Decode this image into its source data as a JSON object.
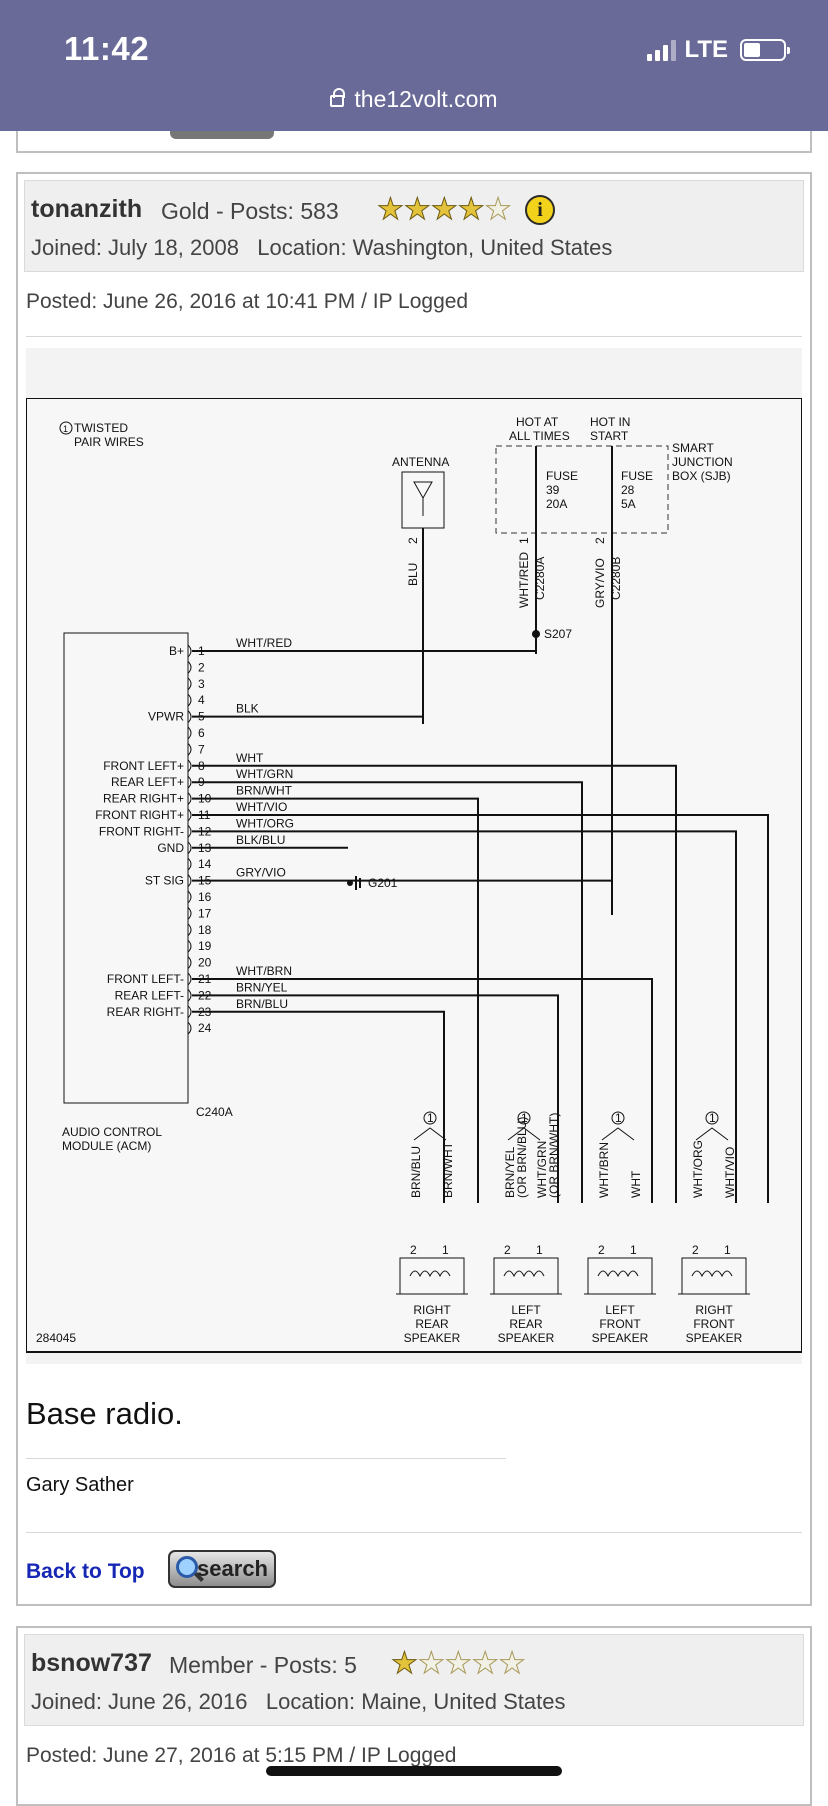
{
  "status_bar": {
    "time": "11:42",
    "network": "LTE",
    "url": "the12volt.com"
  },
  "posts": [
    {
      "username": "tonanzith",
      "rank": "Gold - Posts: 583",
      "stars_filled": 4,
      "stars_total": 5,
      "joined": "Joined: July 18, 2008",
      "location": "Location: Washington, United States",
      "posted": "Posted: June 26, 2016 at 10:41 PM / IP Logged",
      "body": "Base radio.",
      "signature": "Gary Sather",
      "back_to_top": "Back to Top",
      "search_label": "search"
    },
    {
      "username": "bsnow737",
      "rank": "Member - Posts: 5",
      "stars_filled": 1,
      "stars_total": 5,
      "joined": "Joined: June 26, 2016",
      "location": "Location: Maine, United States",
      "posted": "Posted: June 27, 2016 at 5:15 PM / IP Logged"
    }
  ],
  "diagram": {
    "twisted_note": "TWISTED",
    "twisted_note2": "PAIR WIRES",
    "circle_marker": "1",
    "hot_at_all_times_1": "HOT AT",
    "hot_at_all_times_2": "ALL TIMES",
    "hot_in_start_1": "HOT IN",
    "hot_in_start_2": "START",
    "sjb_1": "SMART",
    "sjb_2": "JUNCTION",
    "sjb_3": "BOX (SJB)",
    "fuse_label": "FUSE",
    "fuse1_num": "39",
    "fuse1_amp": "20A",
    "fuse2_num": "28",
    "fuse2_amp": "5A",
    "antenna": "ANTENNA",
    "blu_wire": "BLU",
    "blu_pin": "2",
    "whtred_vert": "WHT/RED",
    "whtred_pin": "1",
    "c2280a": "C2280A",
    "gryvio_vert": "GRY/VIO",
    "gryvio_pin": "2",
    "c2280b": "C2280B",
    "s207": "S207",
    "g201": "G201",
    "c240a": "C240A",
    "acm_1": "AUDIO CONTROL",
    "acm_2": "MODULE (ACM)",
    "diagram_id": "284045",
    "pins": [
      {
        "n": "1",
        "label": "B+",
        "wire": "WHT/RED"
      },
      {
        "n": "2",
        "label": "",
        "wire": ""
      },
      {
        "n": "3",
        "label": "",
        "wire": ""
      },
      {
        "n": "4",
        "label": "",
        "wire": ""
      },
      {
        "n": "5",
        "label": "VPWR",
        "wire": "BLK"
      },
      {
        "n": "6",
        "label": "",
        "wire": ""
      },
      {
        "n": "7",
        "label": "",
        "wire": ""
      },
      {
        "n": "8",
        "label": "FRONT LEFT+",
        "wire": "WHT"
      },
      {
        "n": "9",
        "label": "REAR LEFT+",
        "wire": "WHT/GRN"
      },
      {
        "n": "10",
        "label": "REAR RIGHT+",
        "wire": "BRN/WHT"
      },
      {
        "n": "11",
        "label": "FRONT RIGHT+",
        "wire": "WHT/VIO"
      },
      {
        "n": "12",
        "label": "FRONT RIGHT-",
        "wire": "WHT/ORG"
      },
      {
        "n": "13",
        "label": "GND",
        "wire": "BLK/BLU"
      },
      {
        "n": "14",
        "label": "",
        "wire": ""
      },
      {
        "n": "15",
        "label": "ST SIG",
        "wire": "GRY/VIO"
      },
      {
        "n": "16",
        "label": "",
        "wire": ""
      },
      {
        "n": "17",
        "label": "",
        "wire": ""
      },
      {
        "n": "18",
        "label": "",
        "wire": ""
      },
      {
        "n": "19",
        "label": "",
        "wire": ""
      },
      {
        "n": "20",
        "label": "",
        "wire": ""
      },
      {
        "n": "21",
        "label": "FRONT LEFT-",
        "wire": "WHT/BRN"
      },
      {
        "n": "22",
        "label": "REAR LEFT-",
        "wire": "BRN/YEL"
      },
      {
        "n": "23",
        "label": "REAR RIGHT-",
        "wire": "BRN/BLU"
      },
      {
        "n": "24",
        "label": "",
        "wire": ""
      }
    ],
    "speakers": [
      {
        "name1": "RIGHT",
        "name2": "REAR",
        "name3": "SPEAKER",
        "w2": "BRN/BLU",
        "w2b": "",
        "w1": "BRN/WHT",
        "w1b": ""
      },
      {
        "name1": "LEFT",
        "name2": "REAR",
        "name3": "SPEAKER",
        "w2": "BRN/YEL",
        "w2b": "(OR BRN/BLU)",
        "w1": "WHT/GRN",
        "w1b": "(OR BRN/WHT)"
      },
      {
        "name1": "LEFT",
        "name2": "FRONT",
        "name3": "SPEAKER",
        "w2": "WHT/BRN",
        "w2b": "",
        "w1": "WHT",
        "w1b": ""
      },
      {
        "name1": "RIGHT",
        "name2": "FRONT",
        "name3": "SPEAKER",
        "w2": "WHT/ORG",
        "w2b": "",
        "w1": "WHT/VIO",
        "w1b": ""
      }
    ],
    "spk_pin2": "2",
    "spk_pin1": "1"
  }
}
